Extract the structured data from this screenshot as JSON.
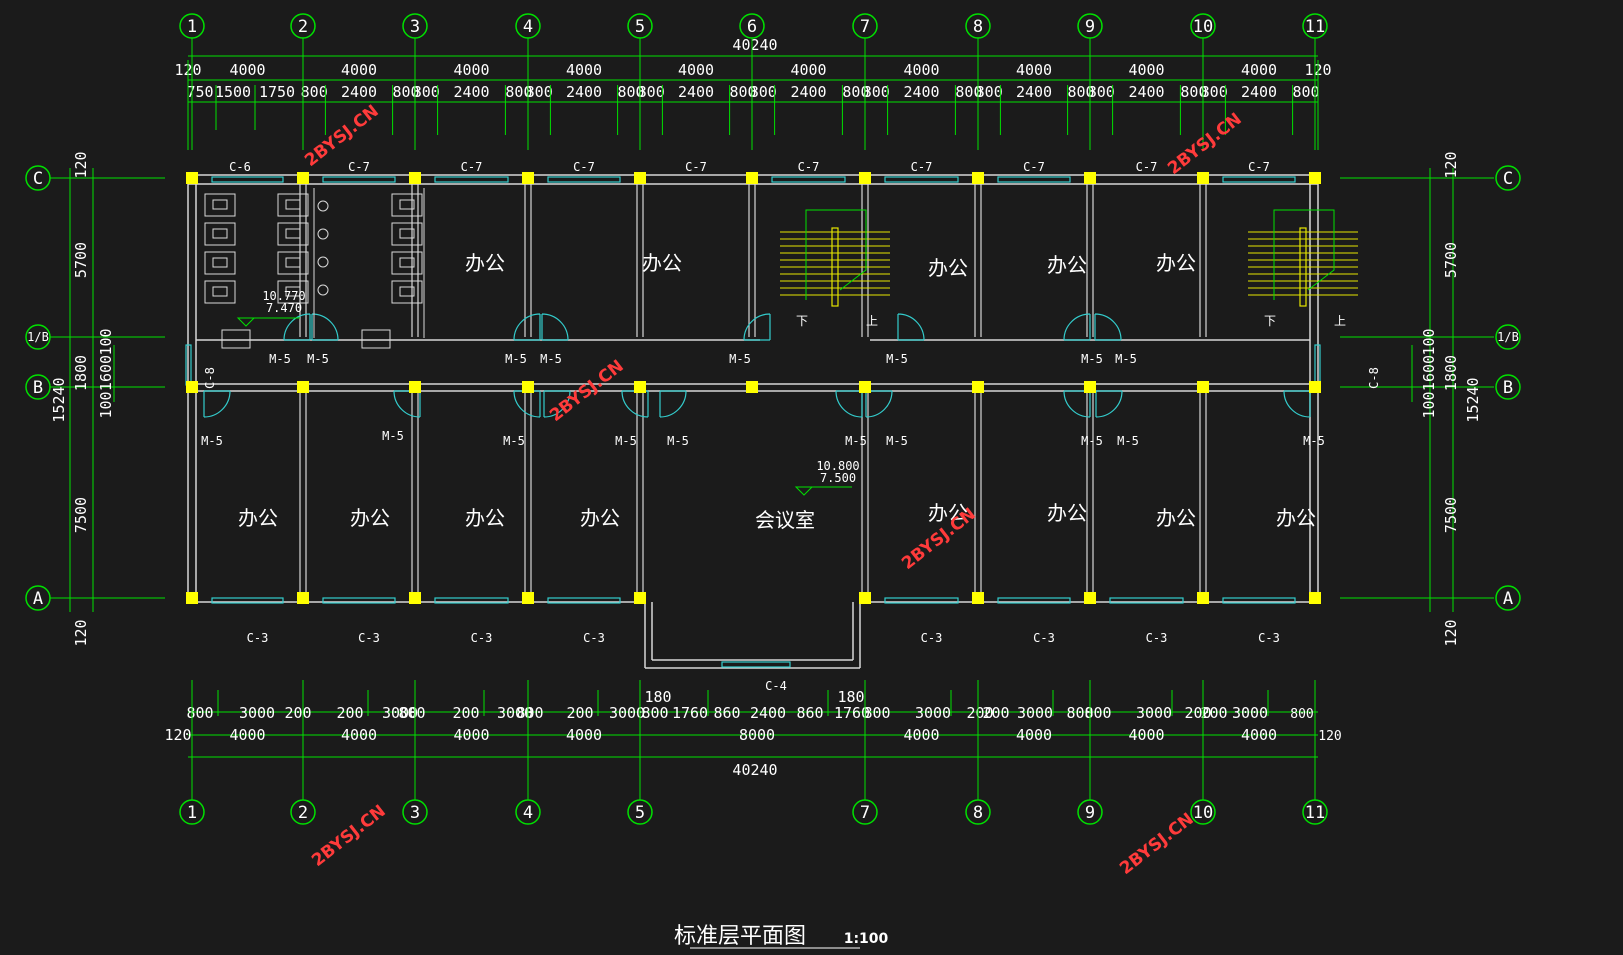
{
  "colors": {
    "background": "#1b1b1b",
    "dimension": "#00e000",
    "wall": "#d8d8d8",
    "column": "#ffff00",
    "window": "#33cccc",
    "stair": "#e6e600",
    "watermark": "#ff3b3b",
    "text": "#ffffff"
  },
  "title": "标准层平面图",
  "scale": "1:100",
  "axes_top": [
    "1",
    "2",
    "3",
    "4",
    "5",
    "6",
    "7",
    "8",
    "9",
    "10",
    "11"
  ],
  "axes_bottom": [
    "1",
    "2",
    "3",
    "4",
    "5",
    "7",
    "8",
    "9",
    "10",
    "11"
  ],
  "axes_side": [
    "C",
    "1/B",
    "B",
    "A"
  ],
  "top_dims": {
    "total": "40240",
    "edge": "120",
    "bay": "4000",
    "sub_first": [
      "750",
      "1500",
      "1750"
    ],
    "sub_pattern": [
      "800",
      "2400",
      "800"
    ]
  },
  "bottom_dims": {
    "total": "40240",
    "edge": "120",
    "bay": "4000",
    "middle": "8000",
    "offset": "180",
    "sub": [
      "800",
      "3000",
      "200",
      "200",
      "3000",
      "800",
      "200",
      "3000",
      "800",
      "200",
      "3000",
      "800",
      "1760",
      "860",
      "2400",
      "860",
      "1760",
      "800",
      "3000",
      "200",
      "200",
      "3000",
      "800",
      "800",
      "3000",
      "200",
      "200",
      "3000",
      "800"
    ]
  },
  "side_dims": {
    "total": "15240",
    "edge": "120",
    "north": "5700",
    "corridor": "1800",
    "south": "7500",
    "inner": [
      "100",
      "1600",
      "100"
    ]
  },
  "rooms": {
    "office": "办公",
    "meeting": "会议室"
  },
  "window_labels": {
    "c3": "C-3",
    "c4": "C-4",
    "c6": "C-6",
    "c7": "C-7",
    "c8": "C-8"
  },
  "door_label": "M-5",
  "stair_labels": {
    "down": "下",
    "up": "上"
  },
  "elevations": {
    "wc_top": "10.770",
    "wc_bottom": "7.470",
    "hall_top": "10.800",
    "hall_bottom": "7.500"
  },
  "watermark": "2BYSJ.CN"
}
